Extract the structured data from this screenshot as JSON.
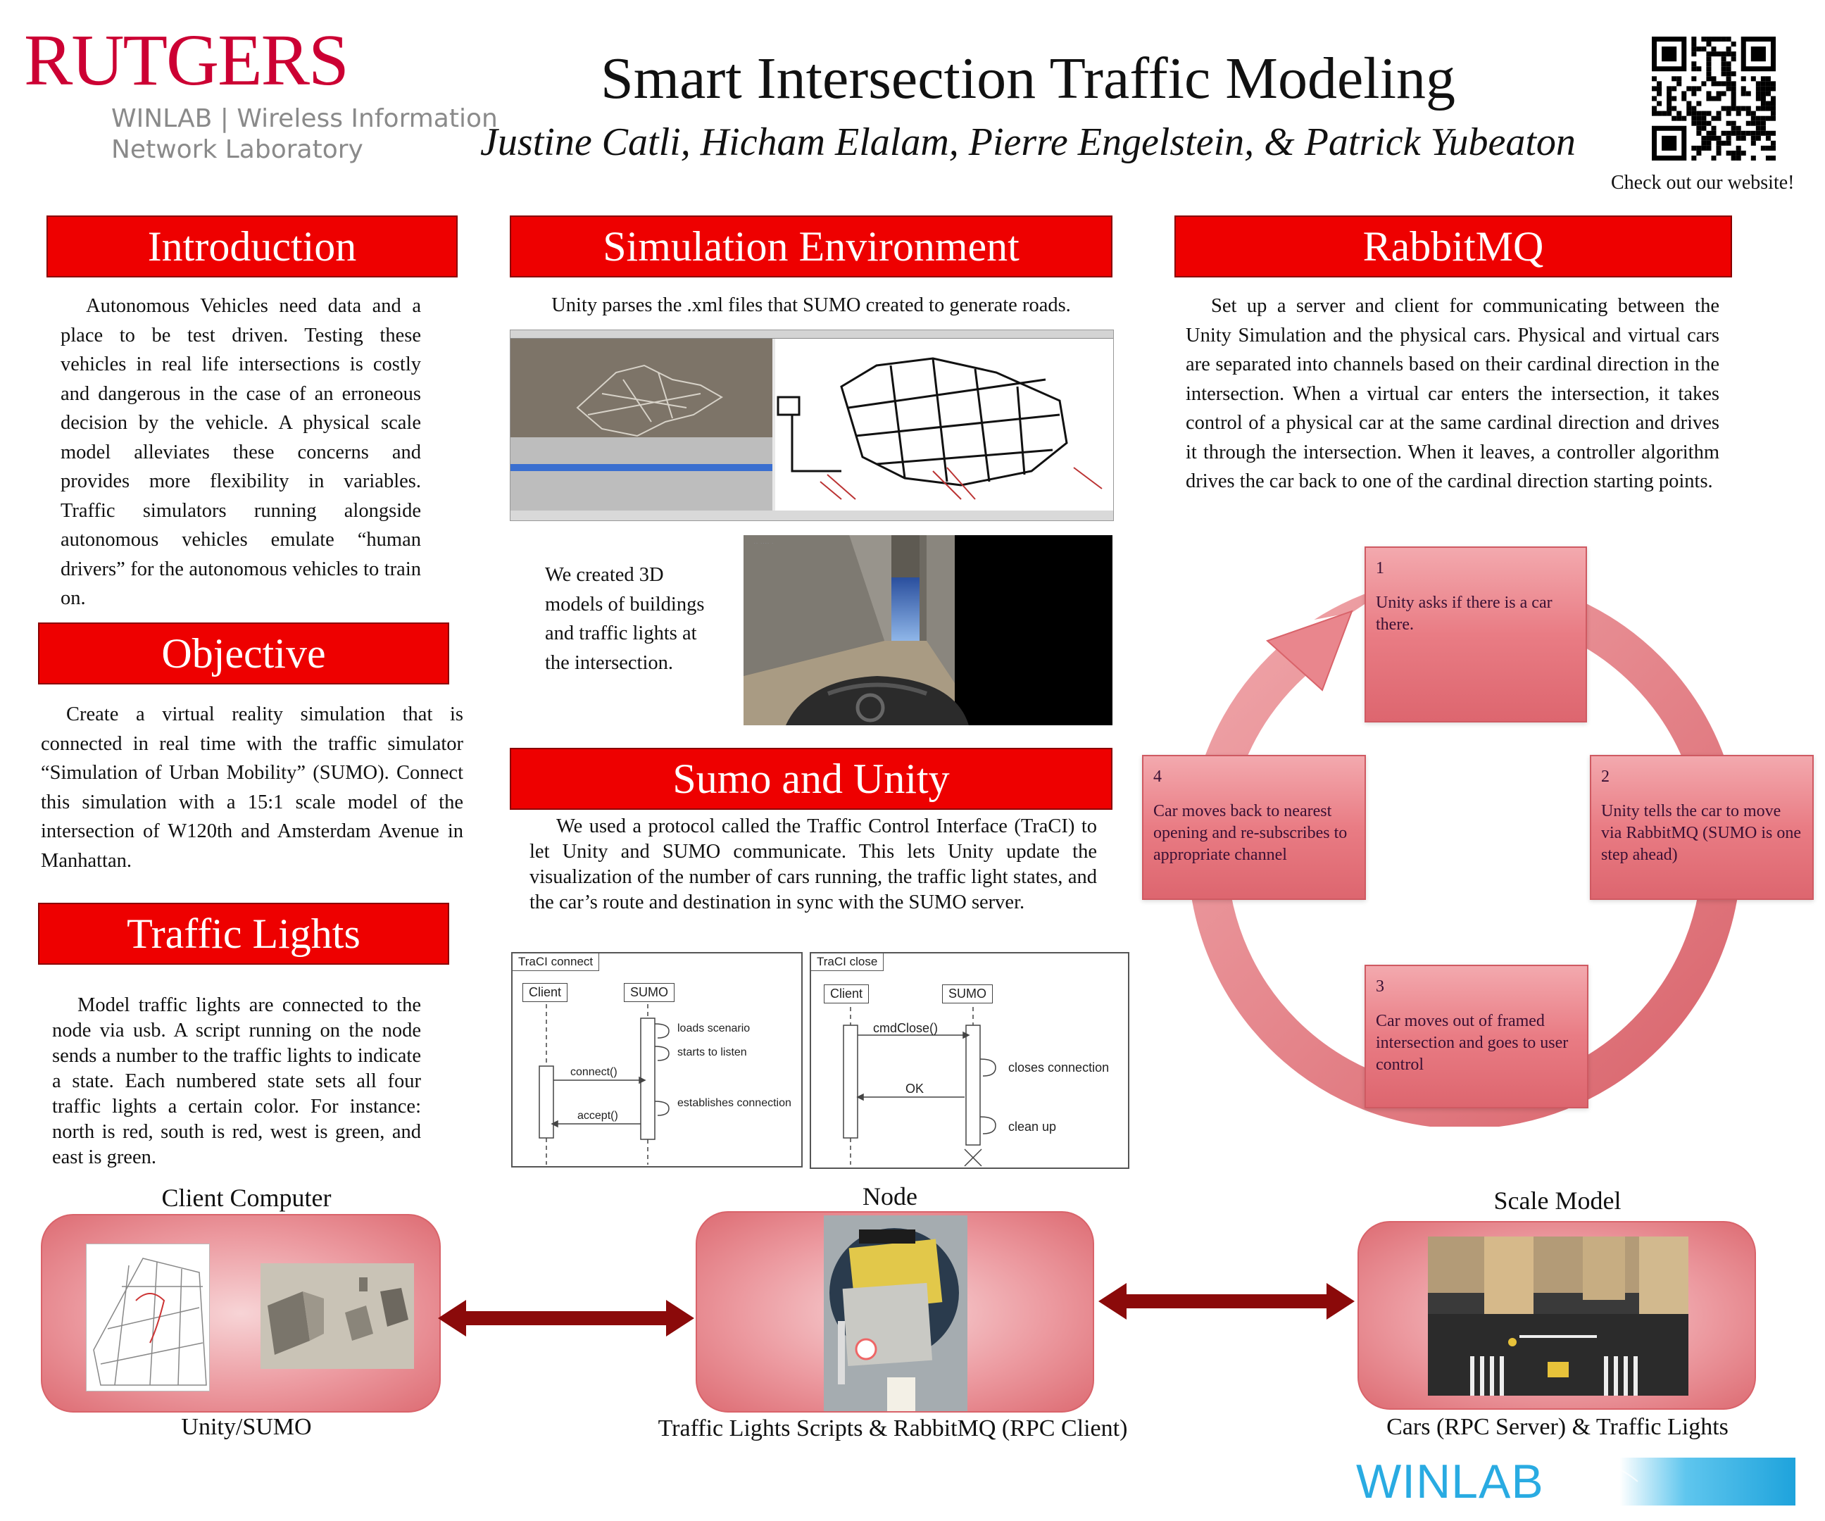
{
  "logo": {
    "rutgers": "RUTGERS",
    "winlab_line1": "WINLAB | Wireless Information",
    "winlab_line2": "Network Laboratory"
  },
  "title": "Smart Intersection Traffic Modeling",
  "authors": "Justine Catli, Hicham Elalam, Pierre Engelstein, & Patrick Yubeaton",
  "website_note": "Check out our website!",
  "introduction": {
    "heading": "Introduction",
    "text": "Autonomous Vehicles need data and a place to be test driven. Testing these vehicles in real life intersections is costly and dangerous in the case of an erroneous decision by the vehicle. A physical scale model alleviates these concerns and provides more flexibility in variables. Traffic simulators running alongside autonomous vehicles emulate “human drivers” for the autonomous vehicles to train on."
  },
  "objective": {
    "heading": "Objective",
    "text": "Create a virtual reality simulation that is connected in real time with the traffic simulator “Simulation of Urban Mobility” (SUMO). Connect this simulation with a 15:1 scale model of the intersection of W120th and Amsterdam Avenue in Manhattan."
  },
  "traffic_lights": {
    "heading": "Traffic Lights",
    "text": "Model traffic lights are connected to the node via usb. A script running on the node sends a number to the traffic lights to indicate a state. Each numbered state sets all four traffic lights a certain color. For instance: north is red, south is red, west is green, and east is green."
  },
  "simulation": {
    "heading": "Simulation Environment",
    "caption": "Unity parses the .xml files that SUMO created to generate roads.",
    "models_text": "We created 3D models of buildings and traffic lights at the intersection."
  },
  "sumo_unity": {
    "heading": "Sumo and Unity",
    "text": "We used a protocol called the Traffic Control Interface (TraCI) to let Unity and SUMO communicate. This lets Unity update the visualization of the number of cars running, the traffic light states, and the car’s route and destination in sync with the SUMO server."
  },
  "diagram_connect": {
    "tab": "TraCI connect",
    "client": "Client",
    "sumo": "SUMO",
    "loads": "loads scenario",
    "listen": "starts to listen",
    "connect": "connect()",
    "establishes": "establishes connection",
    "accept": "accept()"
  },
  "diagram_close": {
    "tab": "TraCI close",
    "client": "Client",
    "sumo": "SUMO",
    "cmd": "cmdClose()",
    "closes": "closes connection",
    "ok": "OK",
    "cleanup": "clean up"
  },
  "rabbitmq": {
    "heading": "RabbitMQ",
    "text": "Set up a server and client for communicating between the Unity Simulation and the physical cars. Physical and virtual cars are separated into channels based on their cardinal direction in the intersection. When a virtual car enters the intersection, it takes control of a physical car at the same cardinal direction and drives it through the intersection. When it leaves, a controller algorithm drives the car back to one of the cardinal direction starting points.",
    "steps": [
      {
        "num": "1",
        "text": "Unity asks if there is a car there."
      },
      {
        "num": "2",
        "text": "Unity tells the car to move via RabbitMQ (SUMO is one step ahead)"
      },
      {
        "num": "3",
        "text": "Car moves out of framed intersection and goes to user control"
      },
      {
        "num": "4",
        "text": "Car moves back to nearest opening and re-subscribes to appropriate channel"
      }
    ]
  },
  "bottom": {
    "client_title": "Client Computer",
    "client_caption": "Unity/SUMO",
    "node_title": "Node",
    "node_caption": "Traffic Lights Scripts & RabbitMQ (RPC Client)",
    "scale_title": "Scale Model",
    "scale_caption": "Cars (RPC Server) & Traffic Lights"
  },
  "footer_logo": "WINLAB",
  "colors": {
    "header_red": "#ee0000",
    "rutgers_red": "#cc0033",
    "panel_pink": "#ec9aa0",
    "arrow_dark_red": "#8b0a0a",
    "winlab_blue": "#29abe2"
  }
}
